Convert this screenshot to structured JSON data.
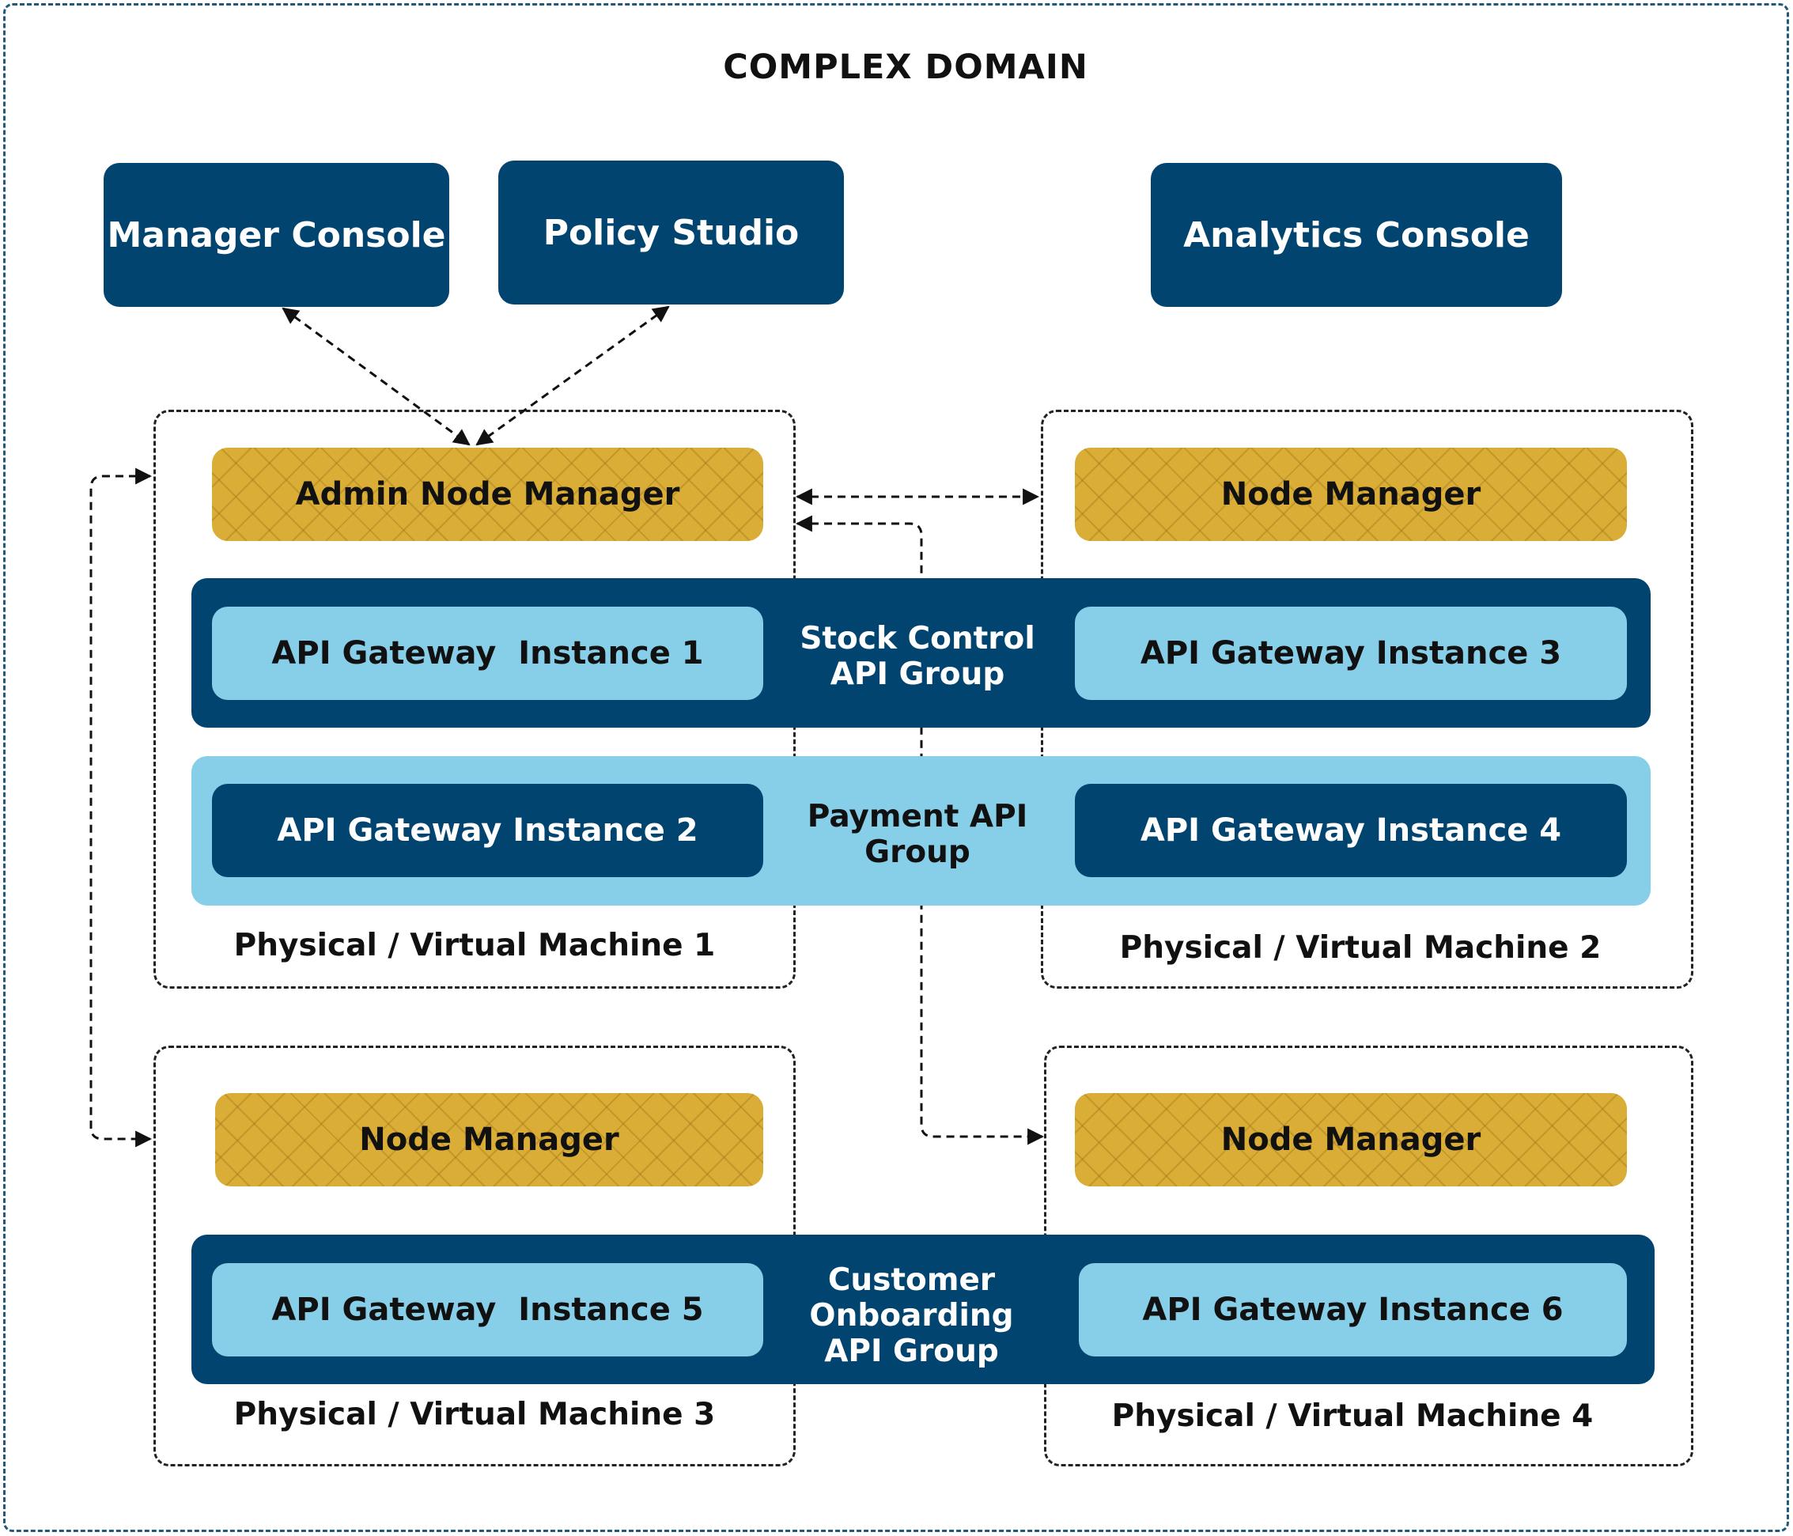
{
  "domain": {
    "title": "COMPLEX DOMAIN"
  },
  "consoles": {
    "manager": "Manager Console",
    "policy": "Policy Studio",
    "analytics": "Analytics Console"
  },
  "node_managers": {
    "admin": "Admin Node Manager",
    "m2": "Node Manager",
    "m3": "Node Manager",
    "m4": "Node Manager"
  },
  "groups": {
    "stock": "Stock Control\nAPI Group",
    "payment": "Payment API\nGroup",
    "customer": "Customer\nOnboarding\nAPI Group"
  },
  "instances": {
    "i1": "API Gateway  Instance 1",
    "i2": "API Gateway Instance 2",
    "i3": "API Gateway Instance 3",
    "i4": "API Gateway Instance 4",
    "i5": "API Gateway  Instance 5",
    "i6": "API Gateway Instance 6"
  },
  "machines": {
    "m1": "Physical / Virtual Machine 1",
    "m2": "Physical / Virtual Machine 2",
    "m3": "Physical / Virtual Machine 3",
    "m4": "Physical / Virtual Machine 4"
  },
  "colors": {
    "dark_blue": "#00446f",
    "light_blue": "#87cfe8",
    "gold": "#d9ad36",
    "domain_border": "#1f5a7a"
  }
}
